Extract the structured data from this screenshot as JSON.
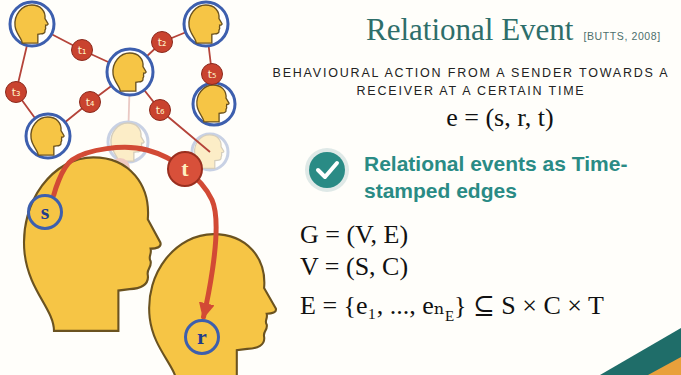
{
  "diagram": {
    "title": "Relational Event",
    "nodes": [
      {
        "text": [
          "t₁"
        ]
      },
      {
        "text": [
          "t₂"
        ]
      },
      {
        "text": [
          "t₃"
        ]
      },
      {
        "text": [
          "t₄"
        ]
      },
      {
        "text": [
          "t₅"
        ]
      },
      {
        "text": [
          "t₆"
        ]
      },
      {
        "text": [
          "s"
        ]
      },
      {
        "text": [
          "r"
        ]
      }
    ],
    "edges": [
      {
        "from": 6,
        "to": 7,
        "arrow": "to",
        "label": "t"
      }
    ],
    "labels": [
      "[BUTTS, 2008]",
      "BEHAVIOURAL ACTION FROM A SENDER TOWARDS A RECEIVER AT A CERTAIN TIME",
      "e = (s, r, t)",
      "Relational events as Time-stamped edges",
      "G = (V, E)",
      "V = (S, C)",
      "E = {e₁, ..., eₙ",
      "E",
      "} ⊆ S × C × T"
    ]
  }
}
